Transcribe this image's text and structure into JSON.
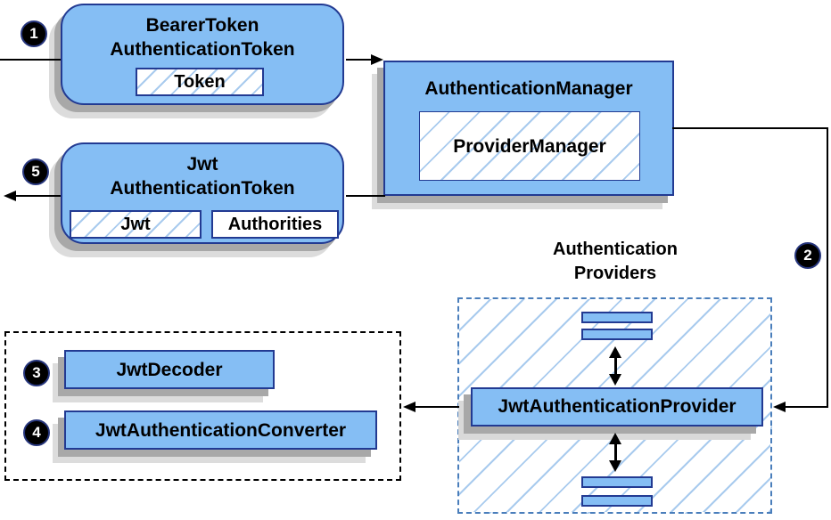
{
  "diagram": {
    "badge1": "1",
    "badge2": "2",
    "badge3": "3",
    "badge4": "4",
    "badge5": "5",
    "bearer_box": {
      "title_line1": "BearerToken",
      "title_line2": "AuthenticationToken",
      "token": "Token"
    },
    "auth_manager_box": {
      "title": "AuthenticationManager",
      "provider_manager": "ProviderManager"
    },
    "jwt_box": {
      "title_line1": "Jwt",
      "title_line2": "AuthenticationToken",
      "jwt": "Jwt",
      "authorities": "Authorities"
    },
    "providers_section": {
      "title_line1": "Authentication",
      "title_line2": "Providers",
      "provider": "JwtAuthenticationProvider"
    },
    "decoder_section": {
      "decoder": "JwtDecoder",
      "converter": "JwtAuthenticationConverter"
    },
    "colors": {
      "node_fill": "#85bef4",
      "node_border": "#223a92",
      "hatch_line": "#a9cbee",
      "providers_dash_border": "#4a7ebb",
      "decoder_dash_border": "#000000",
      "badge_fill": "#000000",
      "badge_text": "#ffffff",
      "shadow_dark": "#a8a8a8",
      "shadow_light": "#dcdcdc"
    }
  }
}
